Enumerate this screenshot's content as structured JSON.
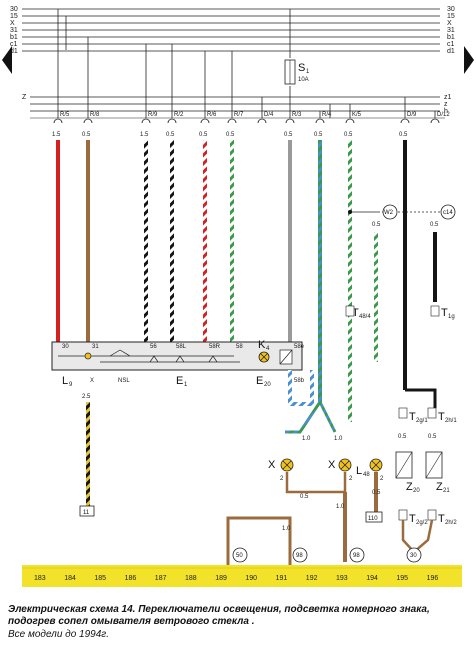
{
  "bus_left": [
    "30",
    "15",
    "X",
    "31",
    "b1",
    "c1",
    "d1"
  ],
  "bus_right": [
    "30",
    "15",
    "X",
    "31",
    "b1",
    "c1",
    "d1"
  ],
  "bus_z_left": "Z",
  "bus_right_lower": [
    "z1",
    "z",
    "h"
  ],
  "fuse": {
    "name": "S",
    "sub": "1",
    "rating": "10A"
  },
  "wire_codes": [
    "R/5",
    "R/8",
    "R/9",
    "R/2",
    "R/6",
    "R/7",
    "D/4",
    "R/3",
    "R/4",
    "K/5",
    "D/9",
    "D/12"
  ],
  "wire_sizes": [
    "1.5",
    "0.5",
    "1.5",
    "0.5",
    "0.5",
    "0.5",
    "0.5",
    "0.5",
    "0.5",
    "0.5"
  ],
  "switch_pins": [
    "30",
    "31",
    "56",
    "58L",
    "58R",
    "58",
    "58e",
    "58b"
  ],
  "switch_inner": "NSL",
  "components": {
    "l9": "L",
    "l9_sub": "9",
    "e1": "E",
    "e1_sub": "1",
    "k4": "K",
    "k4_sub": "4",
    "e20": "E",
    "e20_sub": "20",
    "l48": "L",
    "l48_sub": "48",
    "z20": "Z",
    "z20_sub": "20",
    "z21": "Z",
    "z21_sub": "21",
    "x": "X",
    "t48": "T",
    "t48_sub": "48/4",
    "t1g": "T",
    "t1g_sub": "1g",
    "t2g1": "T",
    "t2g1_sub": "2g/1",
    "t2h1": "T",
    "t2h1_sub": "2h/1",
    "t2g2": "T",
    "t2g2_sub": "2g/2",
    "t2h2": "T",
    "t2h2_sub": "2h/2"
  },
  "mid_labels": {
    "l9_pin": "X",
    "l9_wire": "2.5",
    "ground_11": "11",
    "ground_110": "110",
    "node_w2": "W2",
    "node_c14": "c14",
    "size_05": "0.5",
    "size_10": "1.0",
    "pin_1": "1",
    "pin_2": "2",
    "node_50": "50",
    "node_98": "98",
    "node_30": "30"
  },
  "grid_numbers": [
    "183",
    "184",
    "185",
    "186",
    "187",
    "188",
    "189",
    "190",
    "191",
    "192",
    "193",
    "194",
    "195",
    "196"
  ],
  "caption": {
    "line1": "Электрическая схема 14. Переключатели освещения, подсветка номерного знака, подогрев сопел омывателя ветрового стекла .",
    "line2": "Все модели до 1994г."
  },
  "colors": {
    "wire_red": "#d61f1f",
    "wire_brown": "#9b6b3e",
    "wire_green": "#3b9a4a",
    "wire_blue": "#4a8fd0",
    "wire_black": "#151515",
    "wire_yellow": "#e6c43a",
    "ground_strip": "#f2e22a",
    "bulb": "#f1c21b",
    "frame": "#222222",
    "switch_box": "#e9e9e9"
  }
}
